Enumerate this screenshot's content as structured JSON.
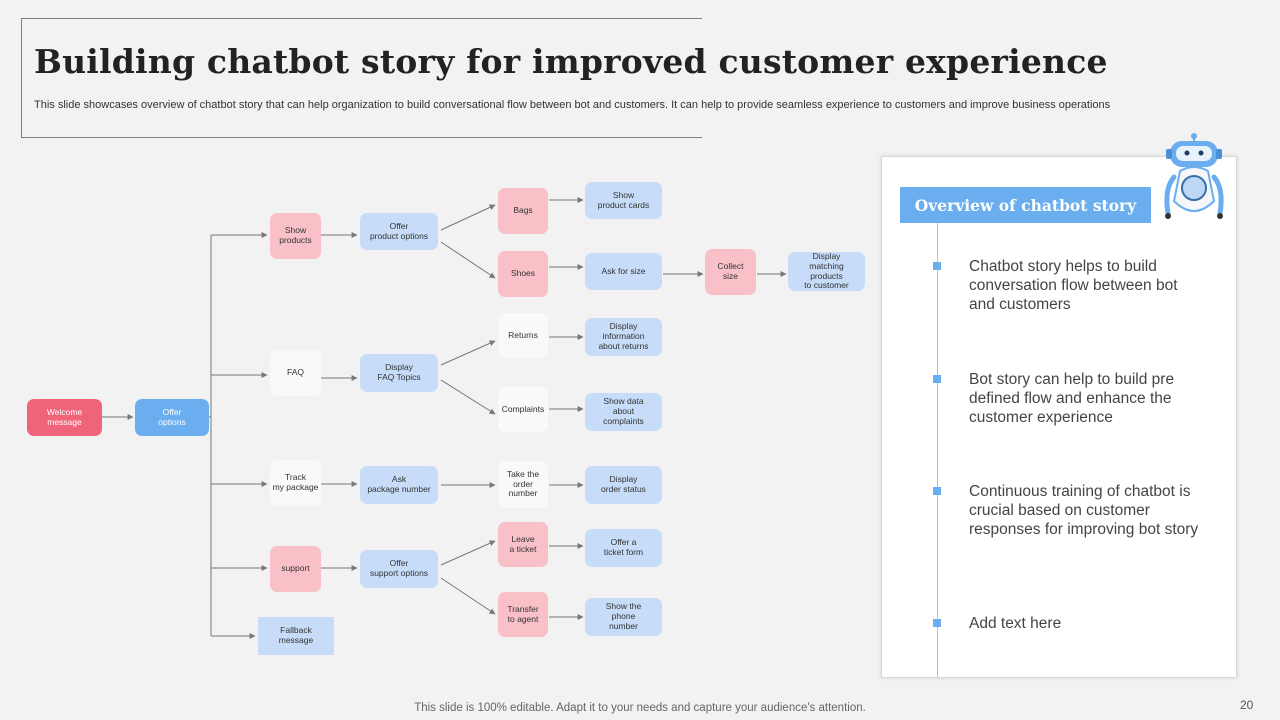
{
  "header": {
    "title": "Building chatbot story for improved customer experience",
    "subtitle": "This slide showcases overview of chatbot story that can help organization to build conversational flow between bot and customers. It can help to provide seamless experience to customers and improve business operations"
  },
  "flow": {
    "welcome": "Welcome\nmessage",
    "offer_options": "Offer\noptions",
    "show_products": "Show\nproducts",
    "offer_product_options": "Offer\nproduct options",
    "bags": "Bags",
    "shoes": "Shoes",
    "show_product_cards": "Show\nproduct cards",
    "ask_for_size": "Ask  for size",
    "collect_size": "Collect\nsize",
    "display_matching": "Display\nmatching\nproducts\nto customer",
    "faq": "FAQ",
    "display_faq_topics": "Display\nFAQ Topics",
    "returns": "Returns",
    "complaints": "Complaints",
    "display_info_returns": "Display\ninformation\nabout returns",
    "show_data_complaints": "Show data\nabout\ncomplaints",
    "track_package": "Track\nmy package",
    "ask_package_number": "Ask\npackage number",
    "take_order_number": "Take the\norder\nnumber",
    "display_order_status": "Display\norder status",
    "support": "support",
    "offer_support_options": "Offer\nsupport options",
    "leave_ticket": "Leave\na ticket",
    "transfer_agent": "Transfer\nto agent",
    "offer_ticket_form": "Offer a\nticket form",
    "show_phone_number": "Show the\nphone\nnumber",
    "fallback": "Fallback\nmessage"
  },
  "panel": {
    "title": "Overview of chatbot story",
    "points": [
      "Chatbot story helps to build conversation flow between bot and customers",
      "Bot story can help to build pre defined flow and enhance the customer experience",
      "Continuous training of chatbot is crucial based on customer responses for improving bot story",
      "Add text here"
    ]
  },
  "footer": {
    "note": "This slide is 100% editable. Adapt it to your needs and capture your audience's attention.",
    "page_number": "20"
  },
  "colors": {
    "accent_blue": "#6aaef0",
    "accent_red": "#f0647a",
    "pink": "#f9c0c8",
    "light_blue": "#c6dcf8"
  }
}
